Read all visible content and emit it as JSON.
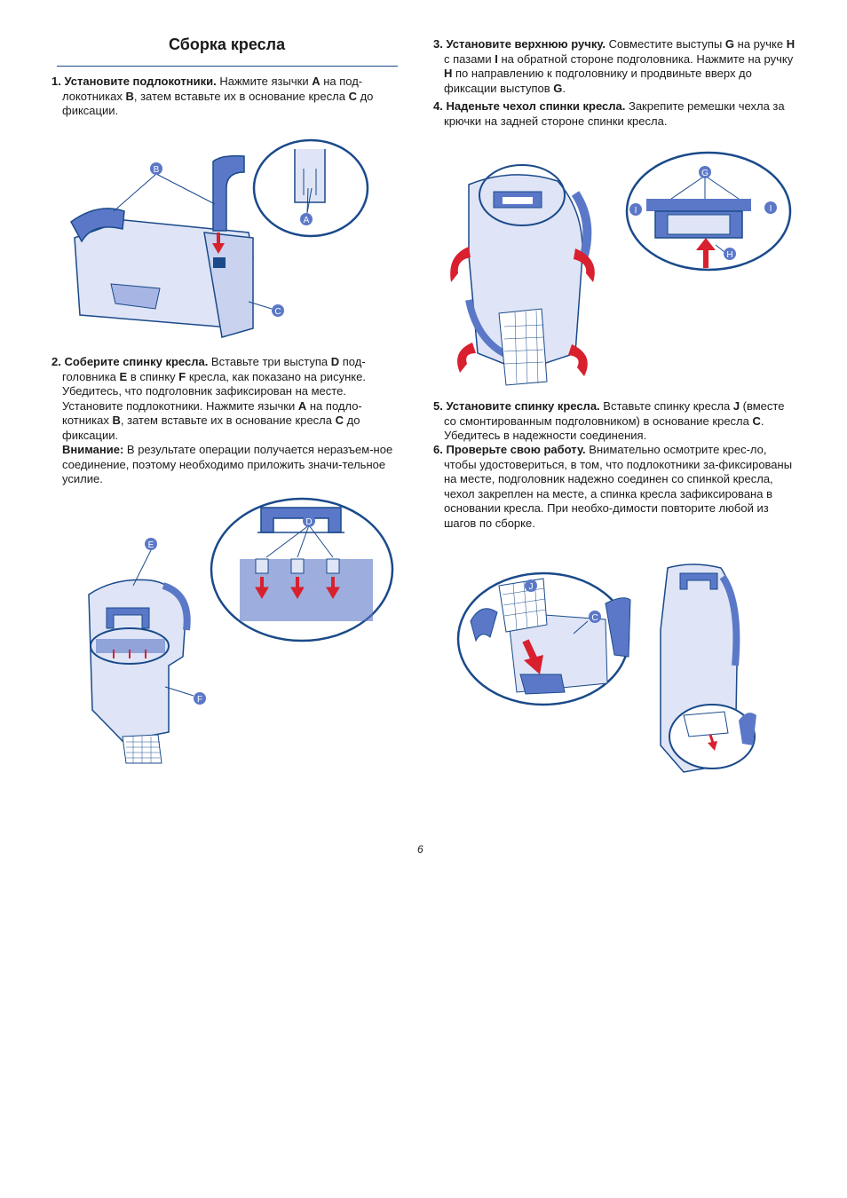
{
  "title": "Сборка кресла",
  "step1": {
    "num": "1.",
    "head": "Установите подлокотники.",
    "t1": " Нажмите язычки ",
    "a": "A",
    "t2": " на под-локотниках ",
    "b": "B",
    "t3": ", затем вставьте их в основание кресла ",
    "c": "C",
    "t4": " до фиксации."
  },
  "step2": {
    "num": "2.",
    "head": "Соберите спинку кресла.",
    "t1": " Вставьте три выступа ",
    "d": "D",
    "t2": " под-головника ",
    "e": "E",
    "t3": " в спинку ",
    "f": "F",
    "t4": " кресла, как показано на рисунке. Убедитесь, что подголовник зафиксирован на месте. Установите подлокотники. Нажмите язычки ",
    "a": "A",
    "t5": " на подло-котниках ",
    "b": "B",
    "t6": ", затем вставьте их в основание кресла ",
    "c": "C",
    "t7": " до фиксации.",
    "warn_head": "Внимание:",
    "warn": " В результате операции получается неразъем-ное соединение, поэтому необходимо приложить значи-тельное усилие."
  },
  "step3": {
    "num": "3.",
    "head": "Установите верхнюю ручку.",
    "t1": " Совместите выступы ",
    "g": "G",
    "t2": " на ручке ",
    "h": "H",
    "t3": " с пазами ",
    "i": "I",
    "t4": " на обратной стороне подголовника. Нажмите на ручку ",
    "h2": "H",
    "t5": " по направлению к подголовнику и продвиньте вверх до фиксации выступов ",
    "g2": "G",
    "t6": "."
  },
  "step4": {
    "num": "4.",
    "head": "Наденьте чехол спинки кресла.",
    "t1": " Закрепите ремешки чехла за крючки на задней стороне спинки кресла."
  },
  "step5": {
    "num": "5.",
    "head": "Установите спинку кресла.",
    "t1": " Вставьте спинку кресла ",
    "j": "J",
    "t2": " (вместе со смонтированным подголовником) в основание кресла ",
    "c": "C",
    "t3": ". Убедитесь в надежности соединения."
  },
  "step6": {
    "num": "6.",
    "head": "Проверьте свою работу.",
    "t1": " Внимательно осмотрите крес-ло, чтобы удостовериться, в том, что подлокотники за-фиксированы на месте, подголовник надежно соединен со спинкой кресла, чехол закреплен на месте, а спинка кресла зафиксирована в основании кресла. При необхо-димости повторите любой из шагов по сборке."
  },
  "labels": {
    "A": "A",
    "B": "B",
    "C": "C",
    "D": "D",
    "E": "E",
    "F": "F",
    "G": "G",
    "H": "H",
    "I": "I",
    "J": "J"
  },
  "page_number": "6",
  "colors": {
    "accent": "#1a4a8a",
    "fill": "#c9d3ef",
    "arrow": "#d8202e"
  }
}
